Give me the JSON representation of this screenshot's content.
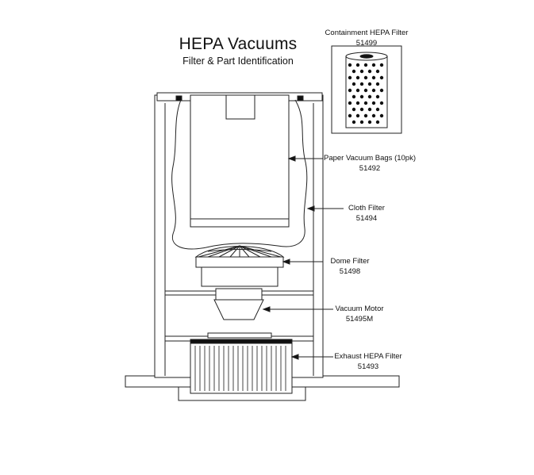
{
  "header": {
    "title": "HEPA Vacuums",
    "subtitle": "Filter & Part Identification"
  },
  "parts": [
    {
      "name": "Containment HEPA Filter",
      "part_number": "51499"
    },
    {
      "name": "Paper Vacuum Bags (10pk)",
      "part_number": "51492"
    },
    {
      "name": "Cloth Filter",
      "part_number": "51494"
    },
    {
      "name": "Dome Filter",
      "part_number": "51498"
    },
    {
      "name": "Vacuum Motor",
      "part_number": "51495M"
    },
    {
      "name": "Exhaust HEPA Filter",
      "part_number": "51493"
    }
  ]
}
